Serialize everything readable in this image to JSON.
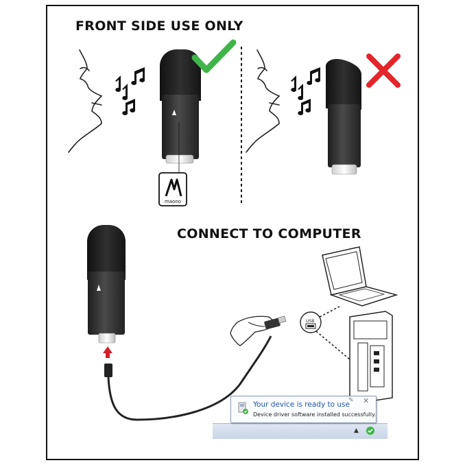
{
  "headings": {
    "front_side": "FRONT SIDE USE ONLY",
    "connect": "CONNECT TO COMPUTER"
  },
  "brand": {
    "logo_text": "maono"
  },
  "ports": {
    "usb_label": "USB"
  },
  "notification": {
    "title": "Your device is ready to use",
    "message": "Device driver software installed successfully.",
    "icon": "usb-device-check-icon",
    "pin_icon": "pin-icon",
    "close_icon": "close-icon"
  },
  "indicators": {
    "correct_icon": "green-checkmark-icon",
    "wrong_icon": "red-x-icon",
    "arrow_icon": "red-up-arrow-icon"
  },
  "colors": {
    "check": "#3fb549",
    "cross": "#e3262b",
    "arrow": "#d42027",
    "toast_title": "#2156a5"
  }
}
